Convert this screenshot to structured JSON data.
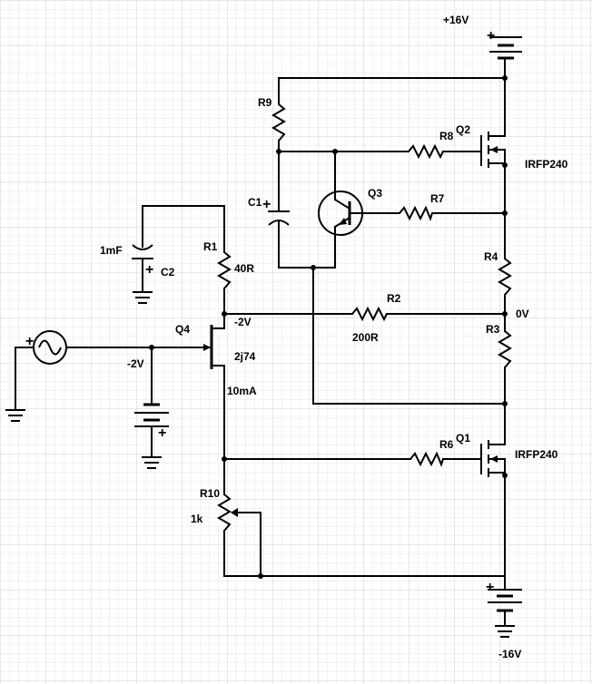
{
  "labels": {
    "supply_pos": "+16V",
    "supply_neg": "-16V",
    "r9": "R9",
    "r8": "R8",
    "q2": "Q2",
    "q2_part": "IRFP240",
    "c1": "C1",
    "q3": "Q3",
    "r7": "R7",
    "c2_value": "1mF",
    "c2": "C2",
    "r1": "R1",
    "r1_value": "40R",
    "r4": "R4",
    "r2": "R2",
    "r2_value": "200R",
    "node_0v": "0V",
    "r3": "R3",
    "q4": "Q4",
    "node_gate_v": "-2V",
    "q4_part": "2j74",
    "bias_v": "-2V",
    "q4_current": "10mA",
    "r6": "R6",
    "q1": "Q1",
    "q1_part": "IRFP240",
    "r10": "R10",
    "r10_value": "1k"
  },
  "colors": {
    "background": "#ffffff",
    "grid_minor": "#e6e6e6",
    "grid_major": "#cfcfcf",
    "ink": "#000000"
  }
}
